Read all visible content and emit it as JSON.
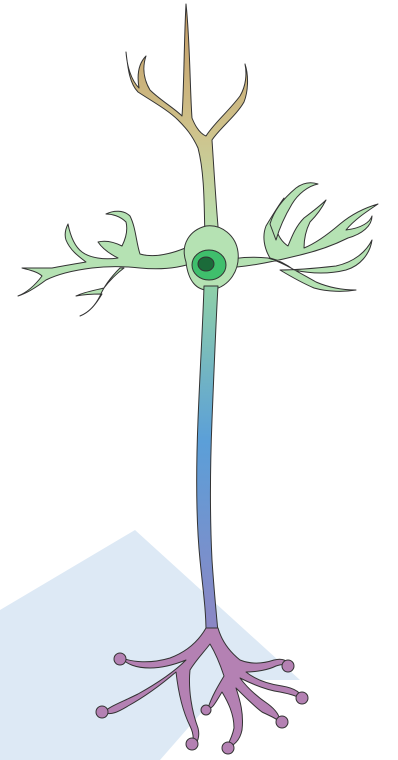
{
  "diagram": {
    "subject": "neuron-illustration",
    "colors": {
      "background": "#ffffff",
      "arrow": "#dde9f5",
      "apical_dendrite_top": "#c49a64",
      "apical_dendrite_mid": "#cfc38c",
      "dendrites": "#b5e2b3",
      "soma": "#b5e2b3",
      "nucleus_outer": "#3fbf6c",
      "nucleus_inner": "#1b6b3a",
      "axon_upper": "#8fd0a8",
      "axon_middle": "#5b9fd8",
      "axon_lower": "#8d86c4",
      "axon_terminals": "#b481b3",
      "outline": "#333333"
    },
    "parts": [
      "background-arrow",
      "apical-dendrite",
      "basal-dendrites-left",
      "basal-dendrites-right",
      "cell-body",
      "nucleus",
      "axon",
      "axon-terminals"
    ]
  }
}
